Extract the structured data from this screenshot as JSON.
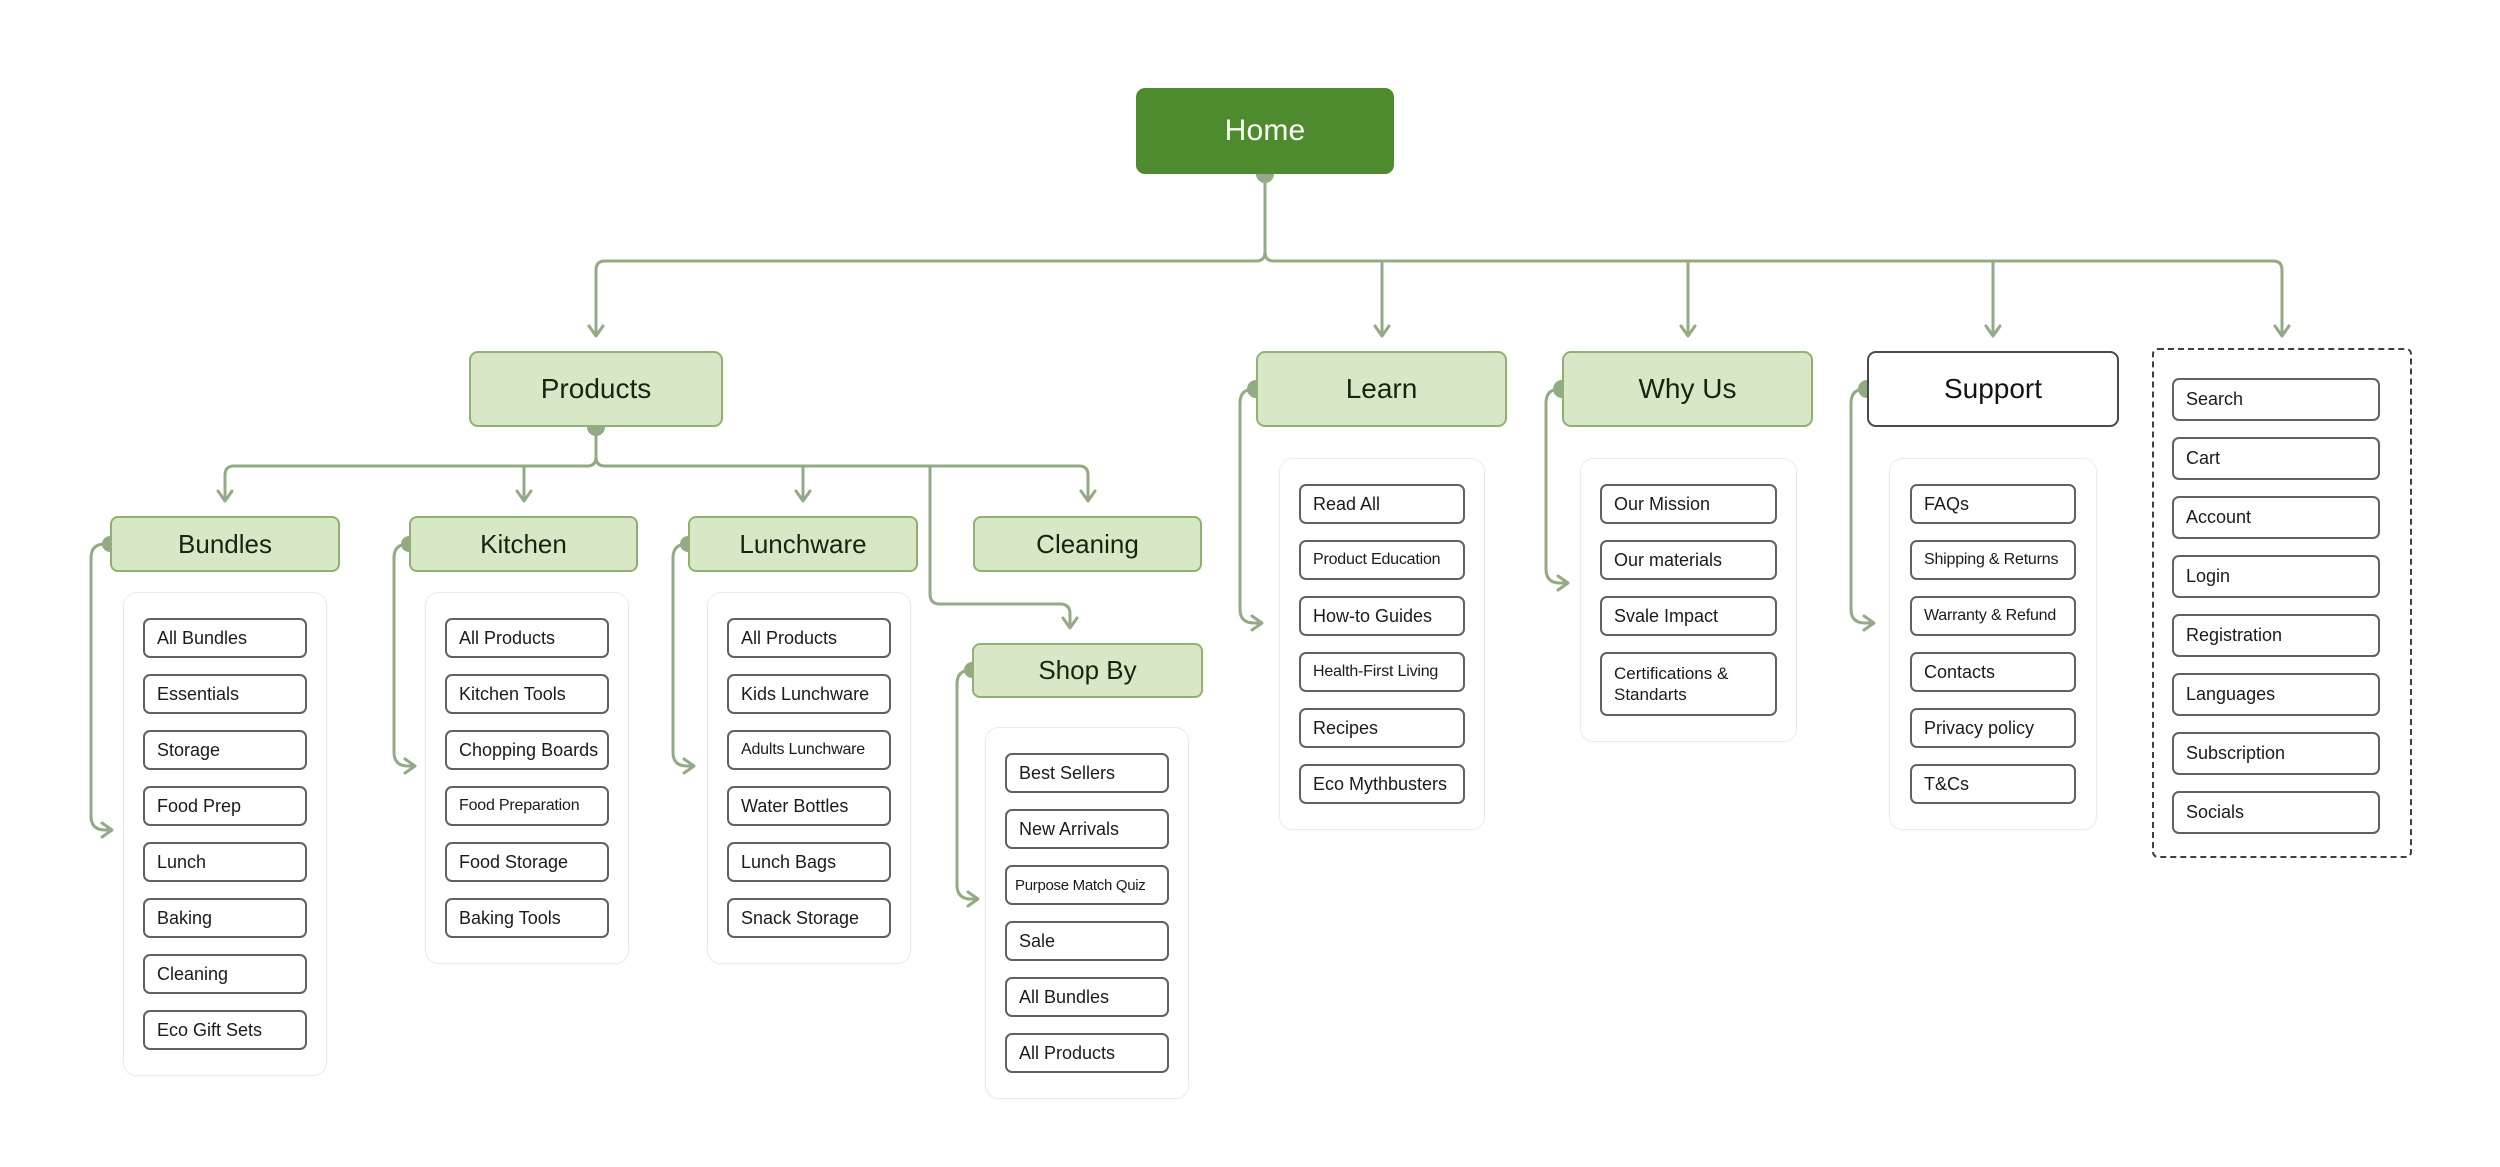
{
  "home": {
    "label": "Home"
  },
  "products": {
    "label": "Products",
    "children": {
      "bundles": {
        "label": "Bundles",
        "items": [
          "All Bundles",
          "Essentials",
          "Storage",
          "Food Prep",
          "Lunch",
          "Baking",
          "Cleaning",
          "Eco Gift Sets"
        ]
      },
      "kitchen": {
        "label": "Kitchen",
        "items": [
          "All Products",
          "Kitchen Tools",
          "Chopping Boards",
          "Food Preparation",
          "Food Storage",
          "Baking Tools"
        ]
      },
      "lunchware": {
        "label": "Lunchware",
        "items": [
          "All Products",
          "Kids Lunchware",
          "Adults Lunchware",
          "Water Bottles",
          "Lunch Bags",
          "Snack Storage"
        ]
      },
      "cleaning": {
        "label": "Cleaning"
      },
      "shop_by": {
        "label": "Shop By",
        "items": [
          "Best Sellers",
          "New Arrivals",
          "Purpose Match Quiz",
          "Sale",
          "All Bundles",
          "All Products"
        ]
      }
    }
  },
  "learn": {
    "label": "Learn",
    "items": [
      "Read All",
      "Product Education",
      "How-to Guides",
      "Health-First Living",
      "Recipes",
      "Eco Mythbusters"
    ]
  },
  "why_us": {
    "label": "Why Us",
    "items": [
      "Our Mission",
      "Our materials",
      "Svale Impact",
      "Certifications & Standarts"
    ]
  },
  "support": {
    "label": "Support",
    "items": [
      "FAQs",
      "Shipping & Returns",
      "Warranty & Refund",
      "Contacts",
      "Privacy policy",
      "T&Cs"
    ]
  },
  "utility": {
    "items": [
      "Search",
      "Cart",
      "Account",
      "Login",
      "Registration",
      "Languages",
      "Subscription",
      "Socials"
    ]
  },
  "colors": {
    "home_fill": "#4e8b2e",
    "branch_fill": "#d8e8c6",
    "branch_border": "#8fb173",
    "wire": "#93ab84",
    "item_border": "#616161",
    "dashed_border": "#3f3f3f"
  }
}
